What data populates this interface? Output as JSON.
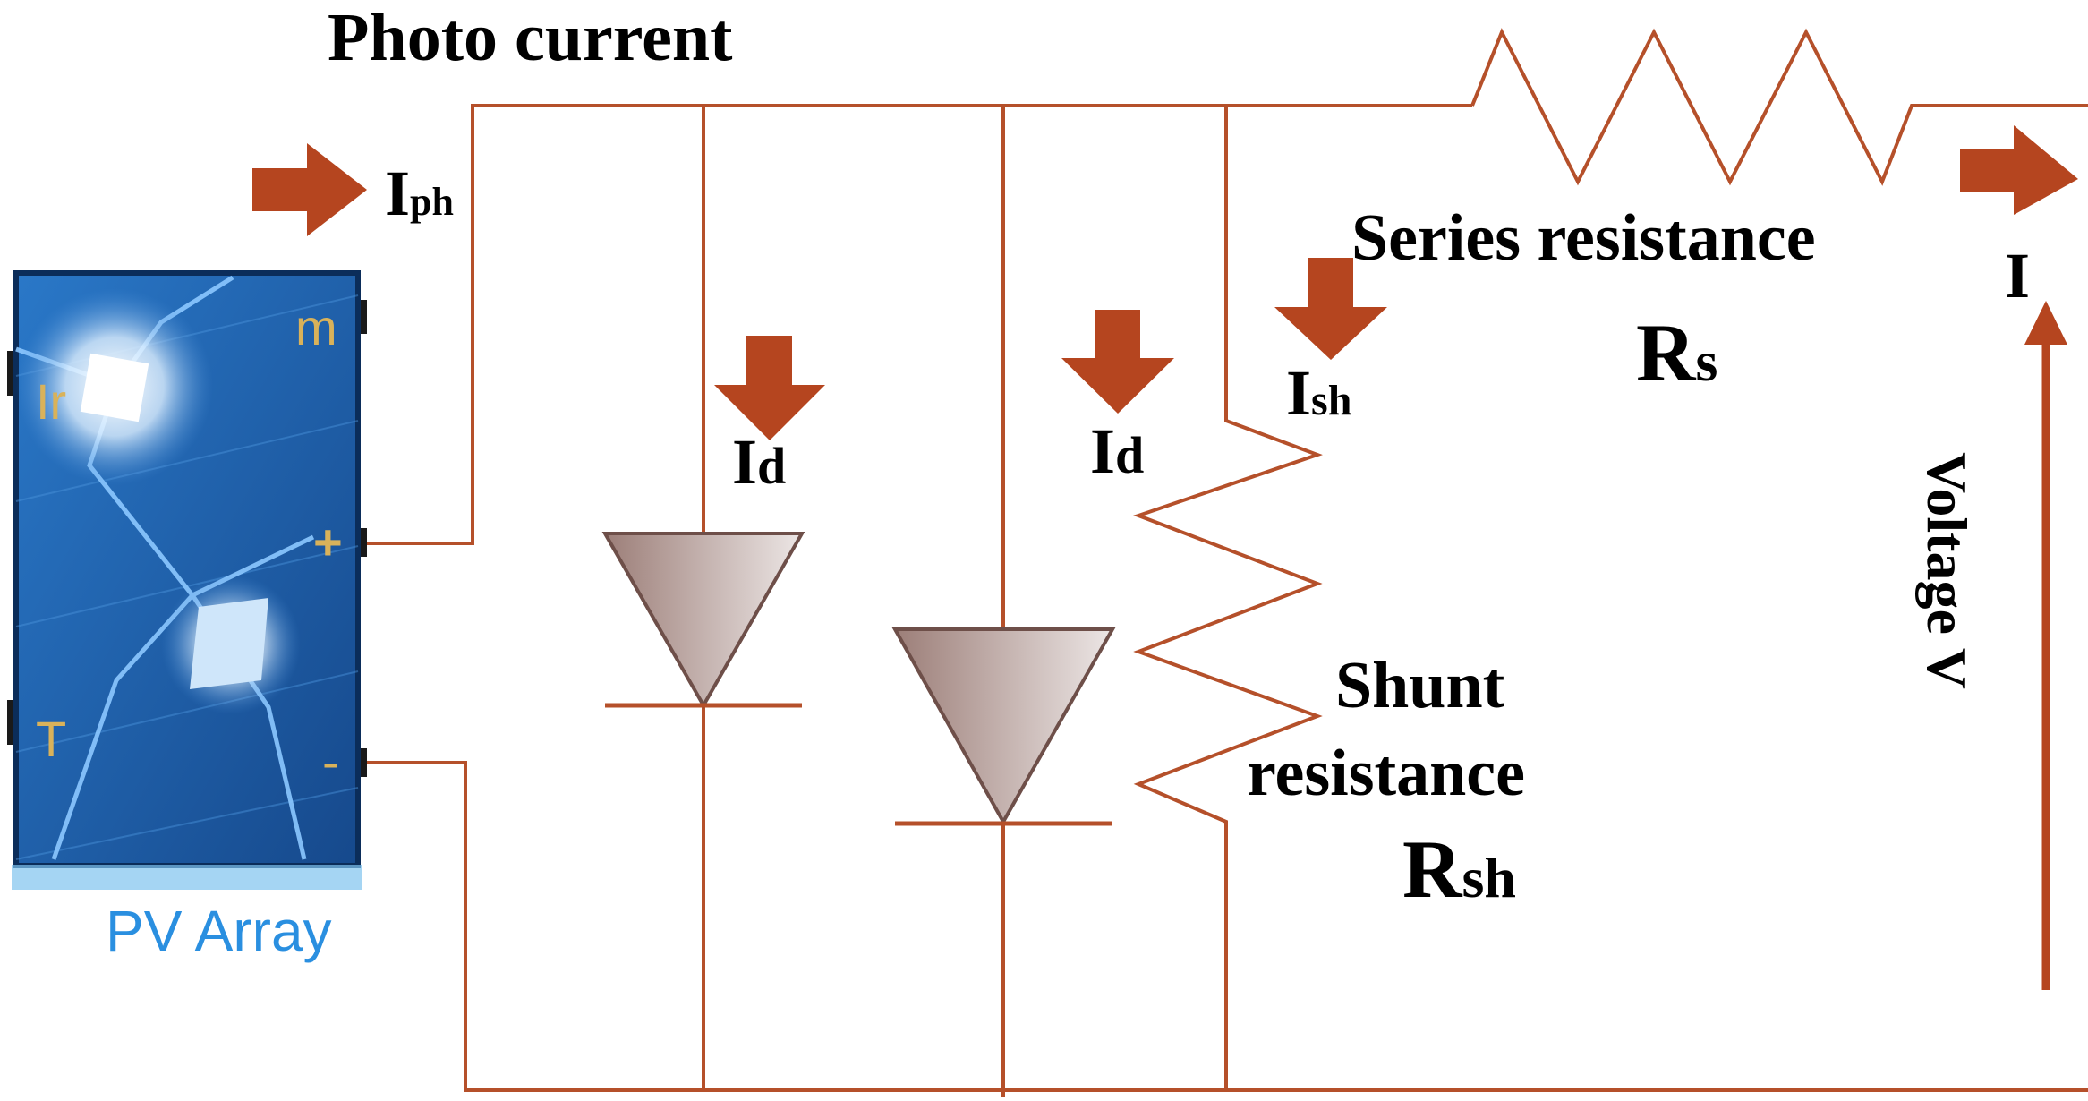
{
  "labels": {
    "photo_current": "Photo current",
    "iph_main": "I",
    "iph_sub": "ph",
    "series_resistance": "Series resistance",
    "rs_main": "R",
    "rs_sub": "s",
    "output_current": "I",
    "voltage": "Voltage V",
    "ish_main": "I",
    "ish_sub": "sh",
    "id1_main": "I",
    "id1_sub": "d",
    "id2_main": "I",
    "id2_sub": "d",
    "shunt_line1": "Shunt",
    "shunt_line2": "resistance",
    "rsh_main": "R",
    "rsh_sub": "sh"
  },
  "pv_block": {
    "caption": "PV Array",
    "port_ir": "Ir",
    "port_t": "T",
    "port_m": "m",
    "port_plus": "+",
    "port_minus": "-"
  },
  "colors": {
    "wire": "#b5502a",
    "arrow": "#b5451f",
    "panel": "#1e5fa8",
    "diode": "#b09a94"
  }
}
